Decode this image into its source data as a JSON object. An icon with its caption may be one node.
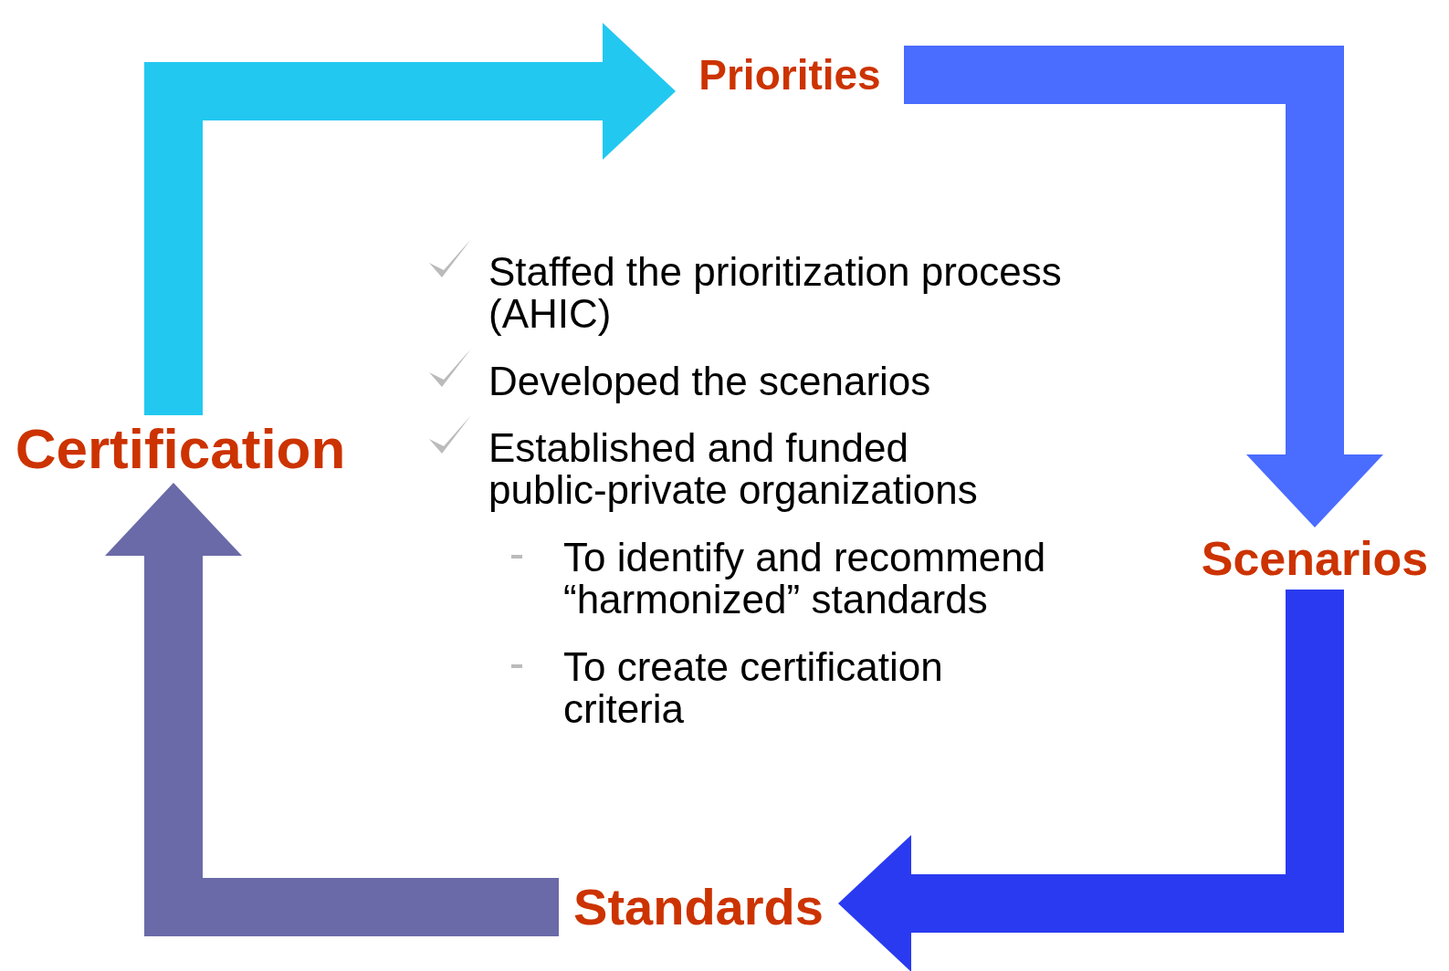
{
  "diagram": {
    "nodes": [
      {
        "text": [
          "Priorities"
        ]
      },
      {
        "text": [
          "Scenarios"
        ]
      },
      {
        "text": [
          "Standards"
        ]
      },
      {
        "text": [
          "Certification"
        ]
      }
    ],
    "edges": [
      {
        "from": 3,
        "to": 0,
        "arrow": "to",
        "color": "#22c8f0"
      },
      {
        "from": 0,
        "to": 1,
        "arrow": "to",
        "color": "#4a6cff"
      },
      {
        "from": 1,
        "to": 2,
        "arrow": "to",
        "color": "#2a3af0"
      },
      {
        "from": 2,
        "to": 3,
        "arrow": "to",
        "color": "#6a6aa8"
      }
    ],
    "labels": [
      "Staffed the prioritization process (AHIC)",
      "Developed the scenarios",
      "Established and funded public-private organizations",
      "To identify and recommend “harmonized” standards",
      "To create certification criteria"
    ]
  }
}
